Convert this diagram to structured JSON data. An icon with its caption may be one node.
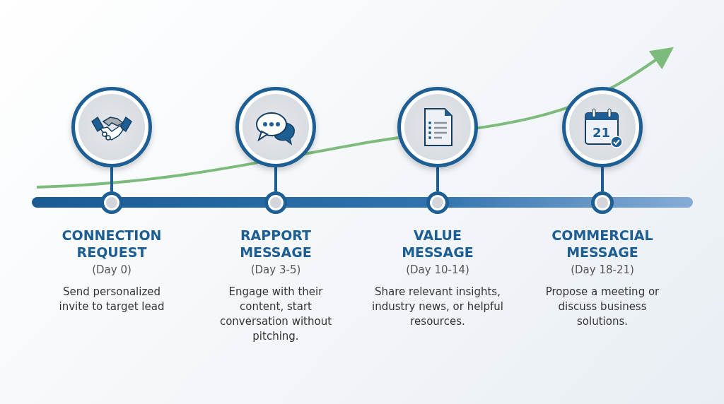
{
  "diagram": {
    "nodes": [
      {
        "text": [],
        "shape": "circle"
      },
      {
        "text": [],
        "shape": "circle",
        "beside": [
          "CONNECTION REQUEST",
          "(Day 0)",
          "Send personalized invite to target lead"
        ]
      },
      {
        "text": [],
        "shape": "circle"
      },
      {
        "text": [],
        "shape": "circle",
        "beside": [
          "RAPPORT MESSAGE",
          "(Day 3-5)",
          "Engage with their content, start conversation without pitching."
        ]
      },
      {
        "text": [],
        "shape": "circle"
      },
      {
        "text": [],
        "shape": "circle",
        "beside": [
          "VALUE MESSAGE",
          "(Day 10-14)",
          "Share relevant insights, industry news, or helpful resources."
        ]
      },
      {
        "text": [],
        "shape": "circle"
      },
      {
        "text": [],
        "shape": "circle",
        "beside": [
          "COMMERCIAL MESSAGE",
          "(Day 18-21)",
          "Propose a meeting or discuss business solutions."
        ]
      },
      {
        "text": [],
        "shape": "bar"
      }
    ],
    "edges": [
      {
        "from": 0,
        "to": 1,
        "arrow": "none"
      },
      {
        "from": 2,
        "to": 3,
        "arrow": "none"
      },
      {
        "from": 4,
        "to": 5,
        "arrow": "none"
      },
      {
        "from": 6,
        "to": 7,
        "arrow": "none"
      }
    ],
    "labels": [
      "21"
    ]
  }
}
